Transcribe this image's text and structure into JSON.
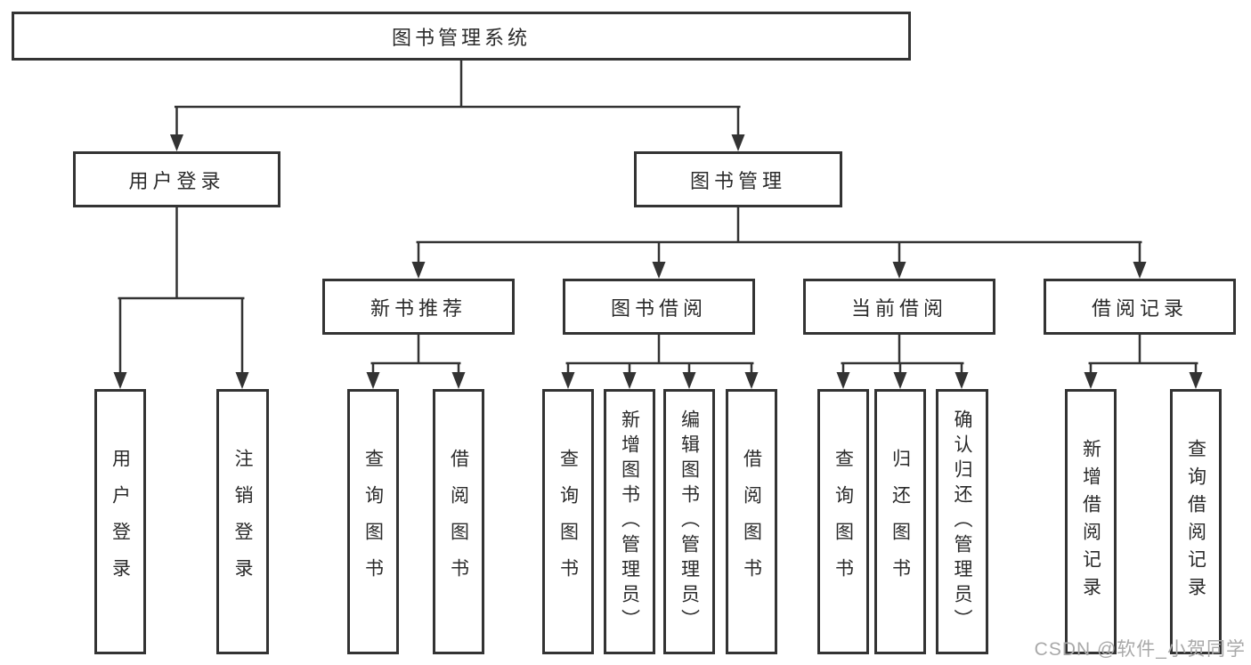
{
  "diagram": {
    "root": {
      "label": "图书管理系统"
    },
    "children": [
      {
        "label": "用户登录",
        "children": [
          {
            "label": "用户登录"
          },
          {
            "label": "注销登录"
          }
        ]
      },
      {
        "label": "图书管理",
        "children": [
          {
            "label": "新书推荐",
            "children": [
              {
                "label": "查询图书"
              },
              {
                "label": "借阅图书"
              }
            ]
          },
          {
            "label": "图书借阅",
            "children": [
              {
                "label": "查询图书"
              },
              {
                "label": "新增图书（管理员）"
              },
              {
                "label": "编辑图书（管理员）"
              },
              {
                "label": "借阅图书"
              }
            ]
          },
          {
            "label": "当前借阅",
            "children": [
              {
                "label": "查询图书"
              },
              {
                "label": "归还图书"
              },
              {
                "label": "确认归还（管理员）"
              }
            ]
          },
          {
            "label": "借阅记录",
            "children": [
              {
                "label": "新增借阅记录"
              },
              {
                "label": "查询借阅记录"
              }
            ]
          }
        ]
      }
    ]
  },
  "watermark": {
    "text": "CSDN @软件_小贺同学"
  },
  "colors": {
    "line": "#333333",
    "border": "#333333",
    "text": "#2b2b2b",
    "watermark": "#a9a9a9",
    "background": "#ffffff"
  }
}
